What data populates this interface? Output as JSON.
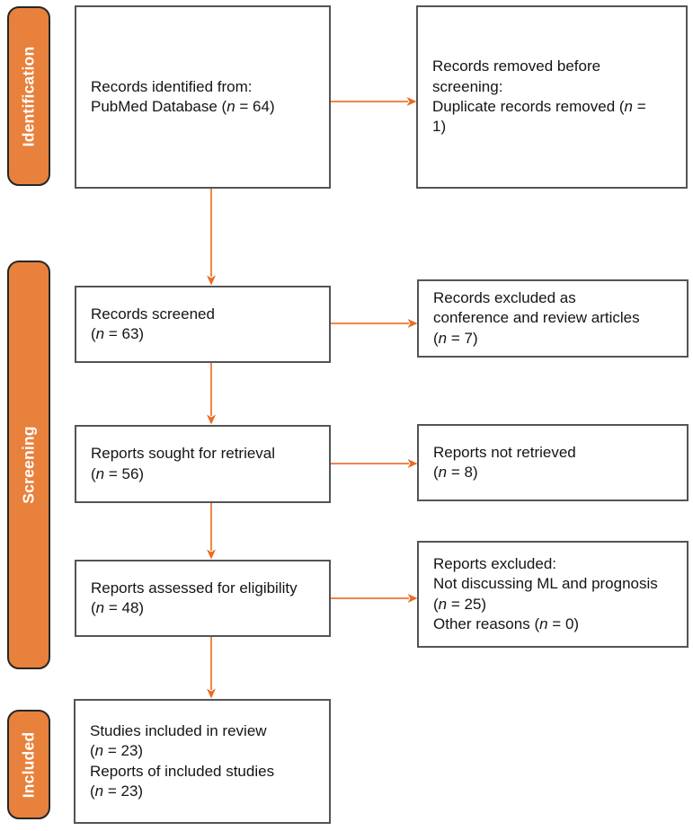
{
  "colors": {
    "stage_fill": "#e8813c",
    "stage_border": "#262626",
    "stage_text": "#ffffff",
    "box_border": "#545454",
    "box_fill": "#ffffff",
    "arrow_line": "#f0854a",
    "arrow_head": "#ed6a1e",
    "text": "#151515"
  },
  "stages": [
    {
      "label": "Identification"
    },
    {
      "label": "Screening"
    },
    {
      "label": "Included"
    }
  ],
  "boxes": {
    "records_identified": {
      "lines": [
        {
          "pre": "Records identified from:"
        },
        {
          "pre": "PubMed Database (",
          "n": "n",
          "post": " = 64)"
        }
      ]
    },
    "records_removed": {
      "lines": [
        {
          "pre": "Records removed before"
        },
        {
          "pre": "screening:"
        },
        {
          "pre": "Duplicate records removed (",
          "n": "n",
          "post": " ="
        },
        {
          "pre": "1)"
        }
      ]
    },
    "records_screened": {
      "lines": [
        {
          "pre": "Records screened"
        },
        {
          "pre": "(",
          "n": "n",
          "post": " = 63)"
        }
      ]
    },
    "records_excluded": {
      "lines": [
        {
          "pre": "Records excluded as"
        },
        {
          "pre": "conference and review articles"
        },
        {
          "pre": "(",
          "n": "n",
          "post": " = 7)"
        }
      ]
    },
    "reports_sought": {
      "lines": [
        {
          "pre": "Reports sought for retrieval"
        },
        {
          "pre": "(",
          "n": "n",
          "post": " = 56)"
        }
      ]
    },
    "reports_not_retrieved": {
      "lines": [
        {
          "pre": "Reports not retrieved"
        },
        {
          "pre": "(",
          "n": "n",
          "post": " = 8)"
        }
      ]
    },
    "reports_assessed": {
      "lines": [
        {
          "pre": "Reports assessed for eligibility"
        },
        {
          "pre": "(",
          "n": "n",
          "post": " = 48)"
        }
      ]
    },
    "reports_excluded": {
      "lines": [
        {
          "pre": "Reports excluded:"
        },
        {
          "pre": "Not discussing ML and prognosis"
        },
        {
          "pre": "(",
          "n": "n",
          "post": " = 25)"
        },
        {
          "pre": "Other reasons (",
          "n": "n",
          "post": " = 0)"
        }
      ]
    },
    "studies_included": {
      "lines": [
        {
          "pre": "Studies included in review"
        },
        {
          "pre": "(",
          "n": "n",
          "post": " = 23)"
        },
        {
          "pre": "Reports of included studies"
        },
        {
          "pre": "(",
          "n": "n",
          "post": " = 23)"
        }
      ]
    }
  }
}
